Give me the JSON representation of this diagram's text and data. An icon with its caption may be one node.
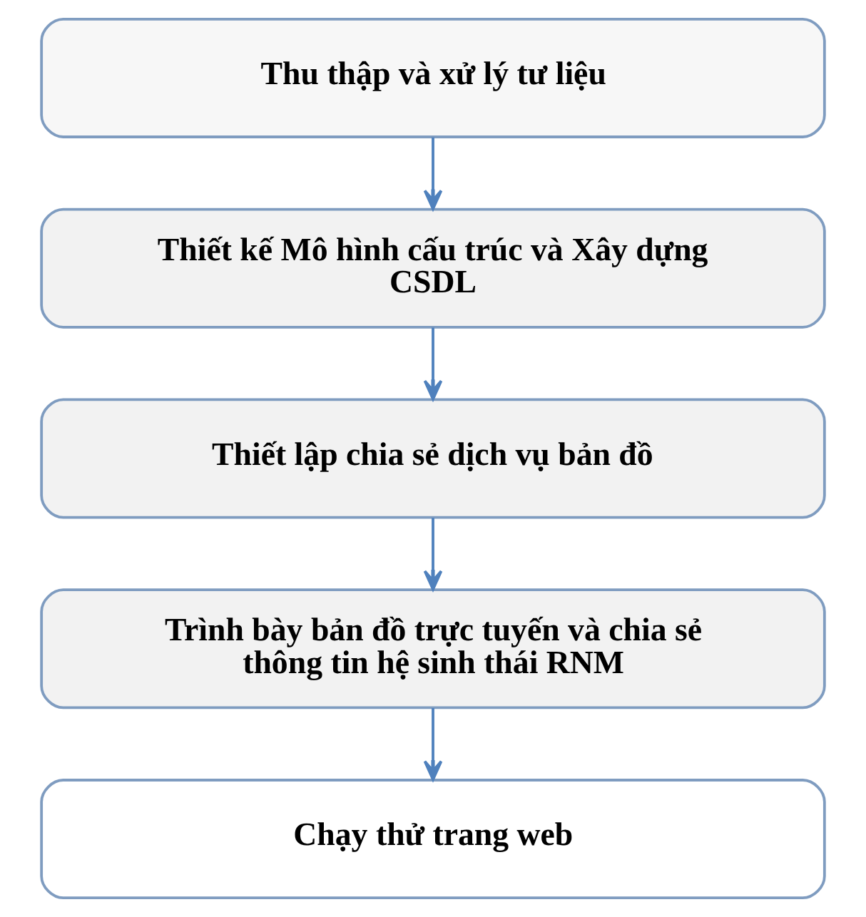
{
  "diagram": {
    "nodes": [
      {
        "text": [
          "Thu thập và xử lý tư liệu"
        ]
      },
      {
        "text": [
          "Thiết kế Mô hình cấu trúc và Xây dựng CSDL"
        ]
      },
      {
        "text": [
          "Thiết lập chia sẻ dịch vụ bản đồ"
        ]
      },
      {
        "text": [
          "Trình bày bản đồ trực tuyến và chia sẻ thông tin hệ sinh thái RNM"
        ]
      },
      {
        "text": [
          "Chạy thử trang web"
        ]
      }
    ],
    "edges": [
      {
        "from": 0,
        "to": 1,
        "arrow": "to"
      },
      {
        "from": 1,
        "to": 2,
        "arrow": "to"
      },
      {
        "from": 2,
        "to": 3,
        "arrow": "to"
      },
      {
        "from": 3,
        "to": 4,
        "arrow": "to"
      }
    ]
  }
}
